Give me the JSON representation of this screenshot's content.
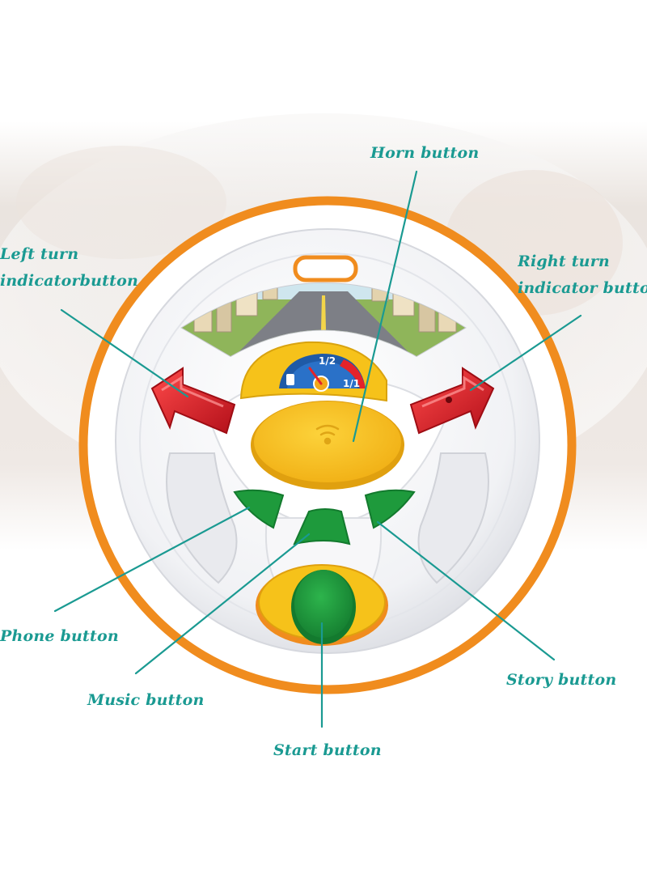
{
  "callouts": {
    "horn": "Horn button",
    "left_turn": [
      "Left turn",
      "indicatorbutton"
    ],
    "right_turn": [
      "Right turn",
      "indicator button"
    ],
    "phone": "Phone button",
    "music": "Music button",
    "story": "Story button",
    "start": "Start button"
  },
  "gauge": {
    "half": "1/2",
    "full": "1/1"
  },
  "colors": {
    "label": "#1a9a92",
    "rim": "#f08c1e",
    "wheel": "#f5f6f8",
    "yellow": "#f6c21a",
    "green": "#1e9a3c",
    "red": "#e4232a"
  }
}
